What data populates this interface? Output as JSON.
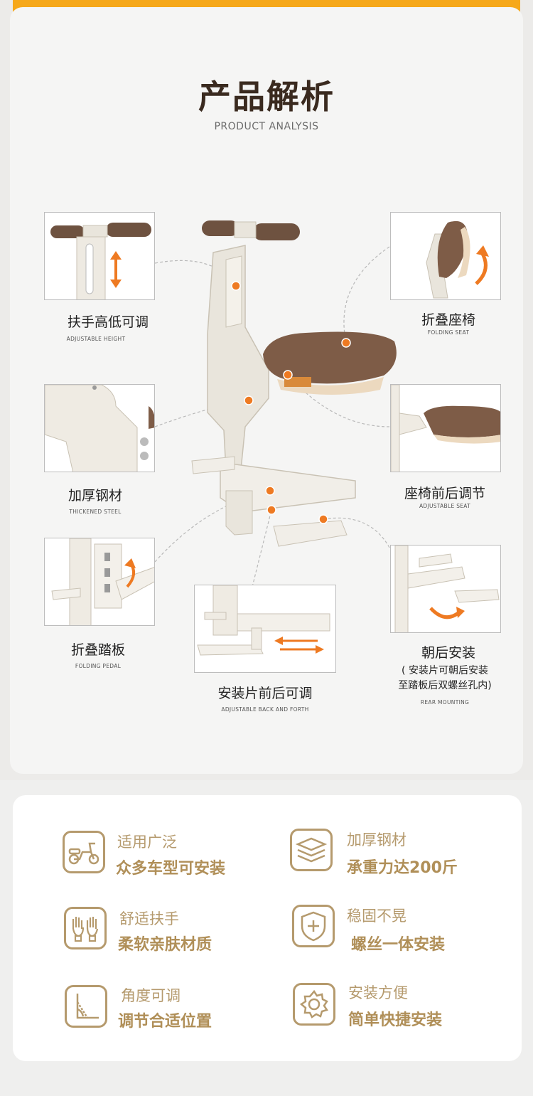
{
  "header": {
    "title": "产品解析",
    "subtitle": "PRODUCT ANALYSIS"
  },
  "features": [
    {
      "cn": "扶手高低可调",
      "en": "ADJUSTABLE HEIGHT"
    },
    {
      "cn": "折叠座椅",
      "en": "FOLDING SEAT"
    },
    {
      "cn": "加厚钢材",
      "en": "THICKENED STEEL"
    },
    {
      "cn": "座椅前后调节",
      "en": "ADJUSTABLE SEAT"
    },
    {
      "cn": "折叠踏板",
      "en": "FOLDING PEDAL"
    },
    {
      "cn": "安装片前后可调",
      "en": "ADJUSTABLE BACK AND FORTH"
    },
    {
      "cn": "朝后安装",
      "note1": "( 安装片可朝后安装",
      "note2": "至踏板后双螺丝孔内)",
      "en": "REAR MOUNTING"
    }
  ],
  "benefits": [
    {
      "icon": "scooter-icon",
      "line1": "适用广泛",
      "line2": "众多车型可安装"
    },
    {
      "icon": "stacked-layers-icon",
      "line1": "加厚钢材",
      "line2": "承重力达200斤"
    },
    {
      "icon": "gloves-icon",
      "line1": "舒适扶手",
      "line2": "柔软亲肤材质"
    },
    {
      "icon": "shield-plus-icon",
      "line1": "稳固不晃",
      "line2": "螺丝一体安装"
    },
    {
      "icon": "angle-icon",
      "line1": "角度可调",
      "line2": "调节合适位置"
    },
    {
      "icon": "gear-icon",
      "line1": "安装方便",
      "line2": "简单快捷安装"
    }
  ],
  "colors": {
    "accent_orange": "#f6a81a",
    "brown_seat": "#7a5a45",
    "gold": "#b59a6d",
    "frame": "#e8e4dc"
  }
}
